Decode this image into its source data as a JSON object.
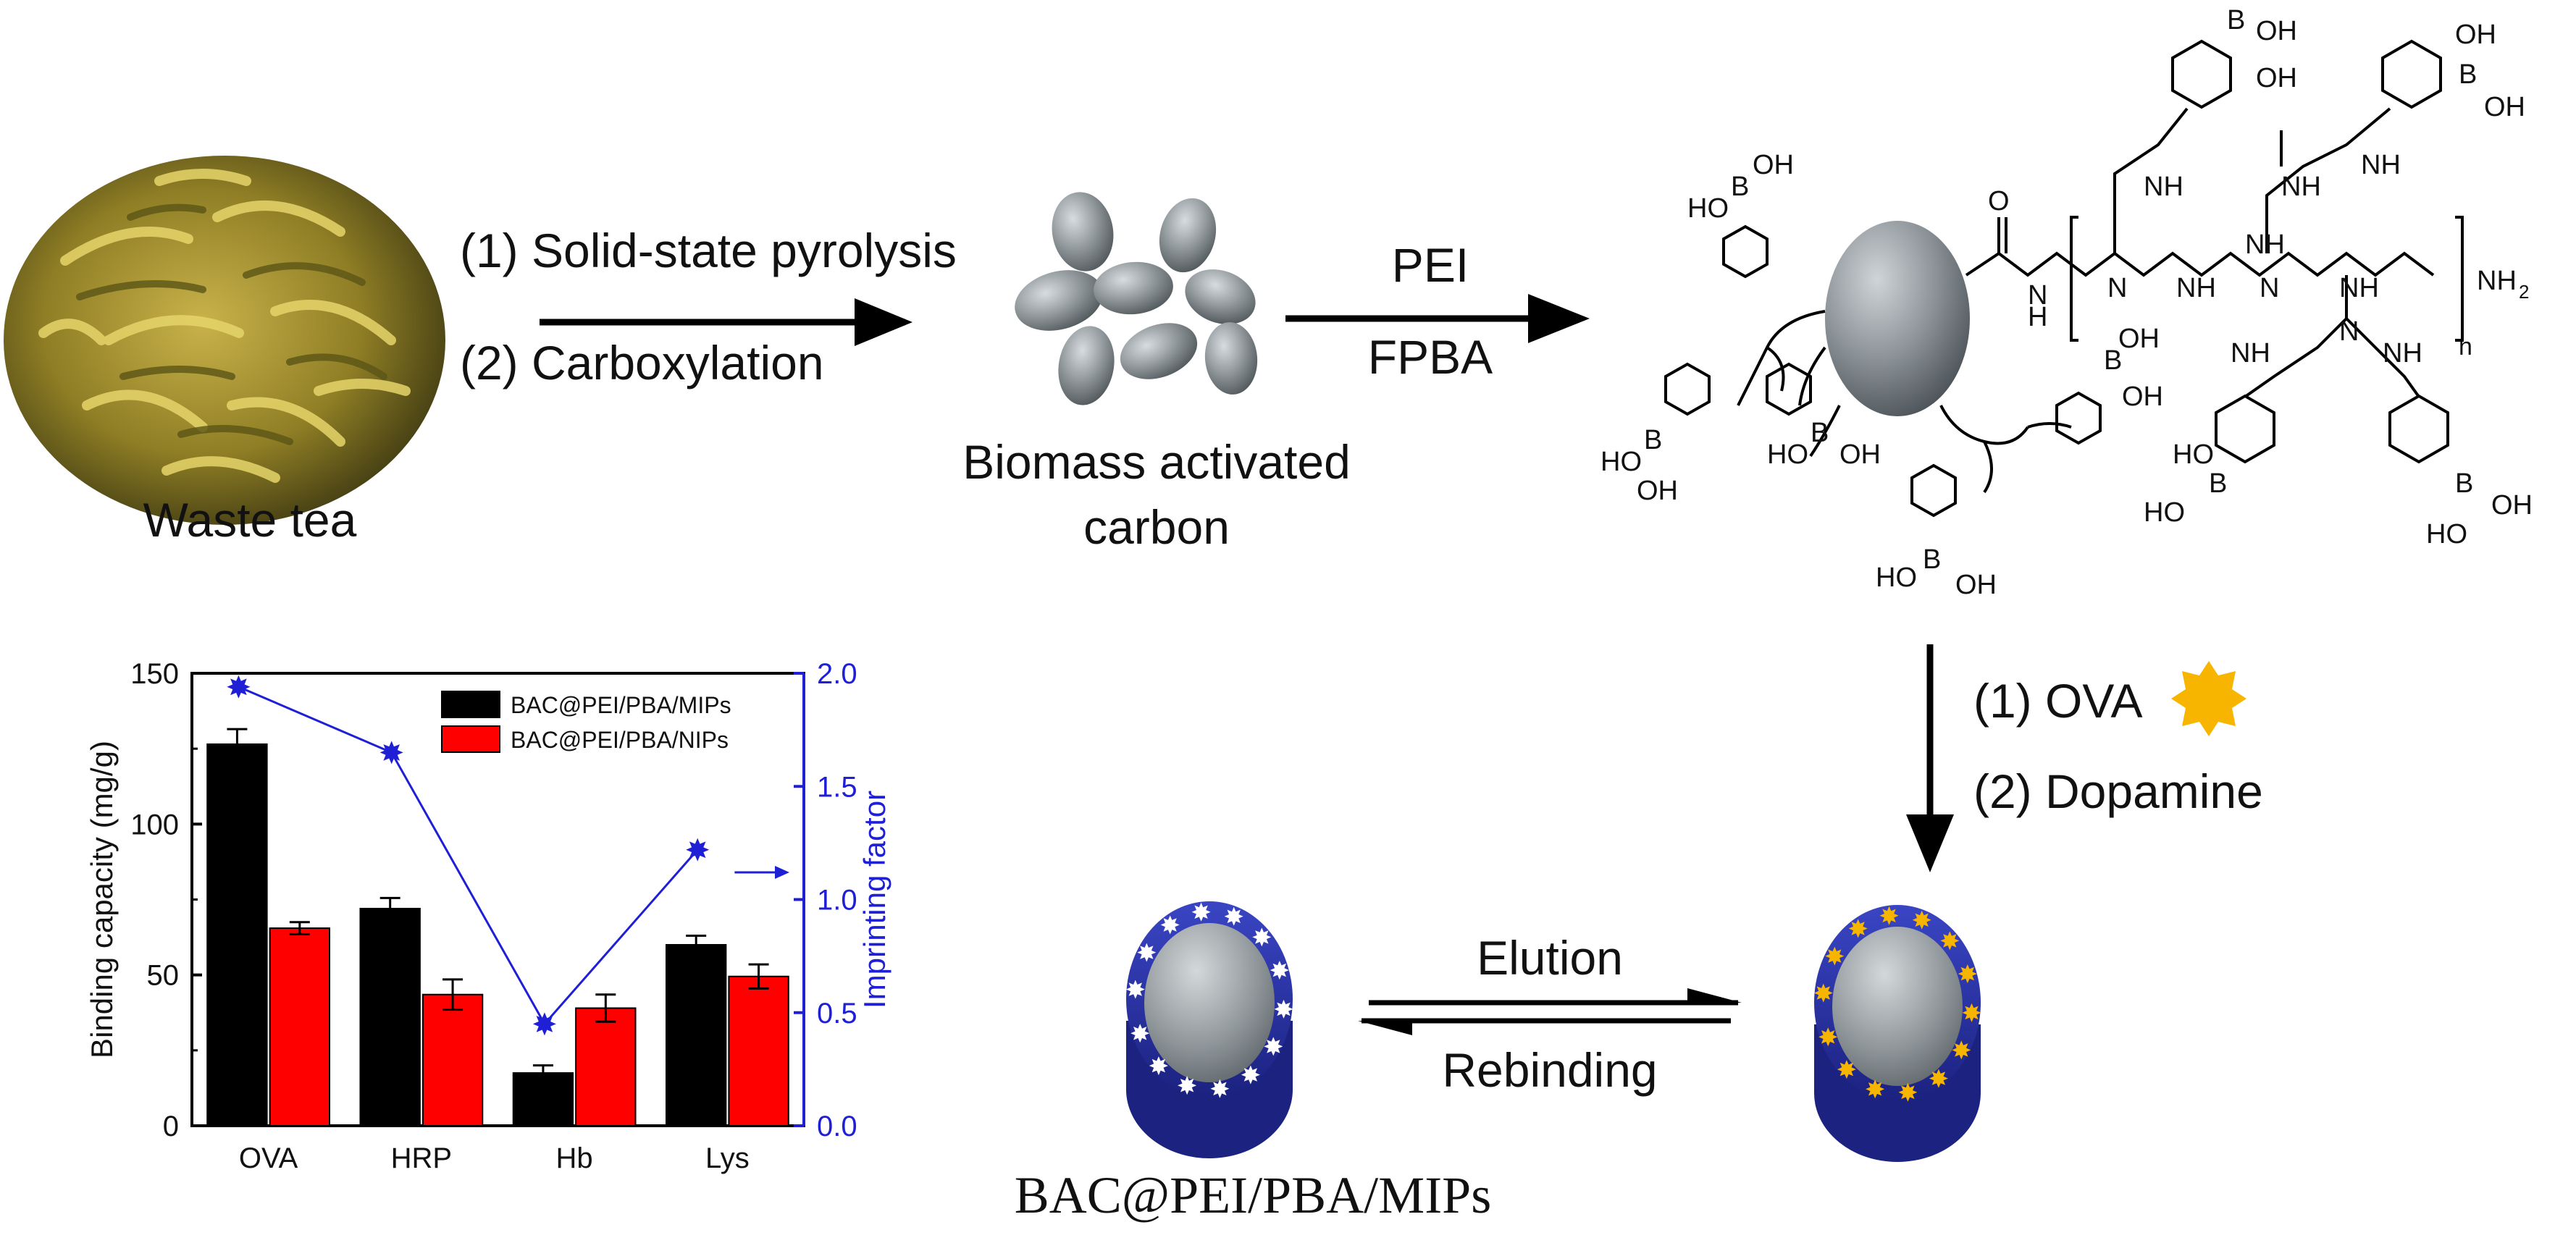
{
  "steps": {
    "waste_tea_label": "Waste tea",
    "step1_line1": "(1) Solid-state pyrolysis",
    "step1_line2": "(2)  Carboxylation",
    "bac_label_line1": "Biomass activated",
    "bac_label_line2": "carbon",
    "step2_top": "PEI",
    "step2_bottom": "FPBA",
    "step3_line1": "(1) OVA",
    "step3_line2": "(2) Dopamine",
    "elution": "Elution",
    "rebinding": "Rebinding",
    "mip_label": "BAC@PEI/PBA/MIPs"
  },
  "molecule": {
    "boronic_oh": "OH",
    "boronic_b": "B",
    "boronic_ho": "HO",
    "amine_nh": "NH",
    "amine_n": "N",
    "amide_o": "O",
    "amide_h": "H",
    "end_group": "NH",
    "end_sub": "2",
    "repeat": "n"
  },
  "colors": {
    "mip_bar": "#000000",
    "nip_bar": "#ff0000",
    "imprint_line": "#1f1fd6",
    "shell_blue": "#2b35a8",
    "template_star": "#f7b500",
    "carbon_gray": "#8e9599"
  },
  "chart_data": {
    "type": "bar",
    "categories": [
      "OVA",
      "HRP",
      "Hb",
      "Lys"
    ],
    "series": [
      {
        "name": "BAC@PEI/PBA/MIPs",
        "values": [
          126.5,
          72,
          17.5,
          60
        ],
        "errors": [
          5,
          3.5,
          2.5,
          3
        ]
      },
      {
        "name": "BAC@PEI/PBA/NIPs",
        "values": [
          65.5,
          43.5,
          39,
          49.5
        ],
        "errors": [
          2,
          5,
          4.5,
          4
        ]
      }
    ],
    "secondary": {
      "name": "Imprinting factor",
      "values": [
        1.94,
        1.65,
        0.45,
        1.22
      ]
    },
    "ylabel": "Binding capacity (mg/g)",
    "y2label": "Imprinting factor",
    "ylim": [
      0,
      150
    ],
    "y2lim": [
      0,
      2.0
    ],
    "yticks": [
      "0",
      "50",
      "100",
      "150"
    ],
    "y2ticks": [
      "0.0",
      "0.5",
      "1.0",
      "1.5",
      "2.0"
    ],
    "legend": "top-right"
  }
}
